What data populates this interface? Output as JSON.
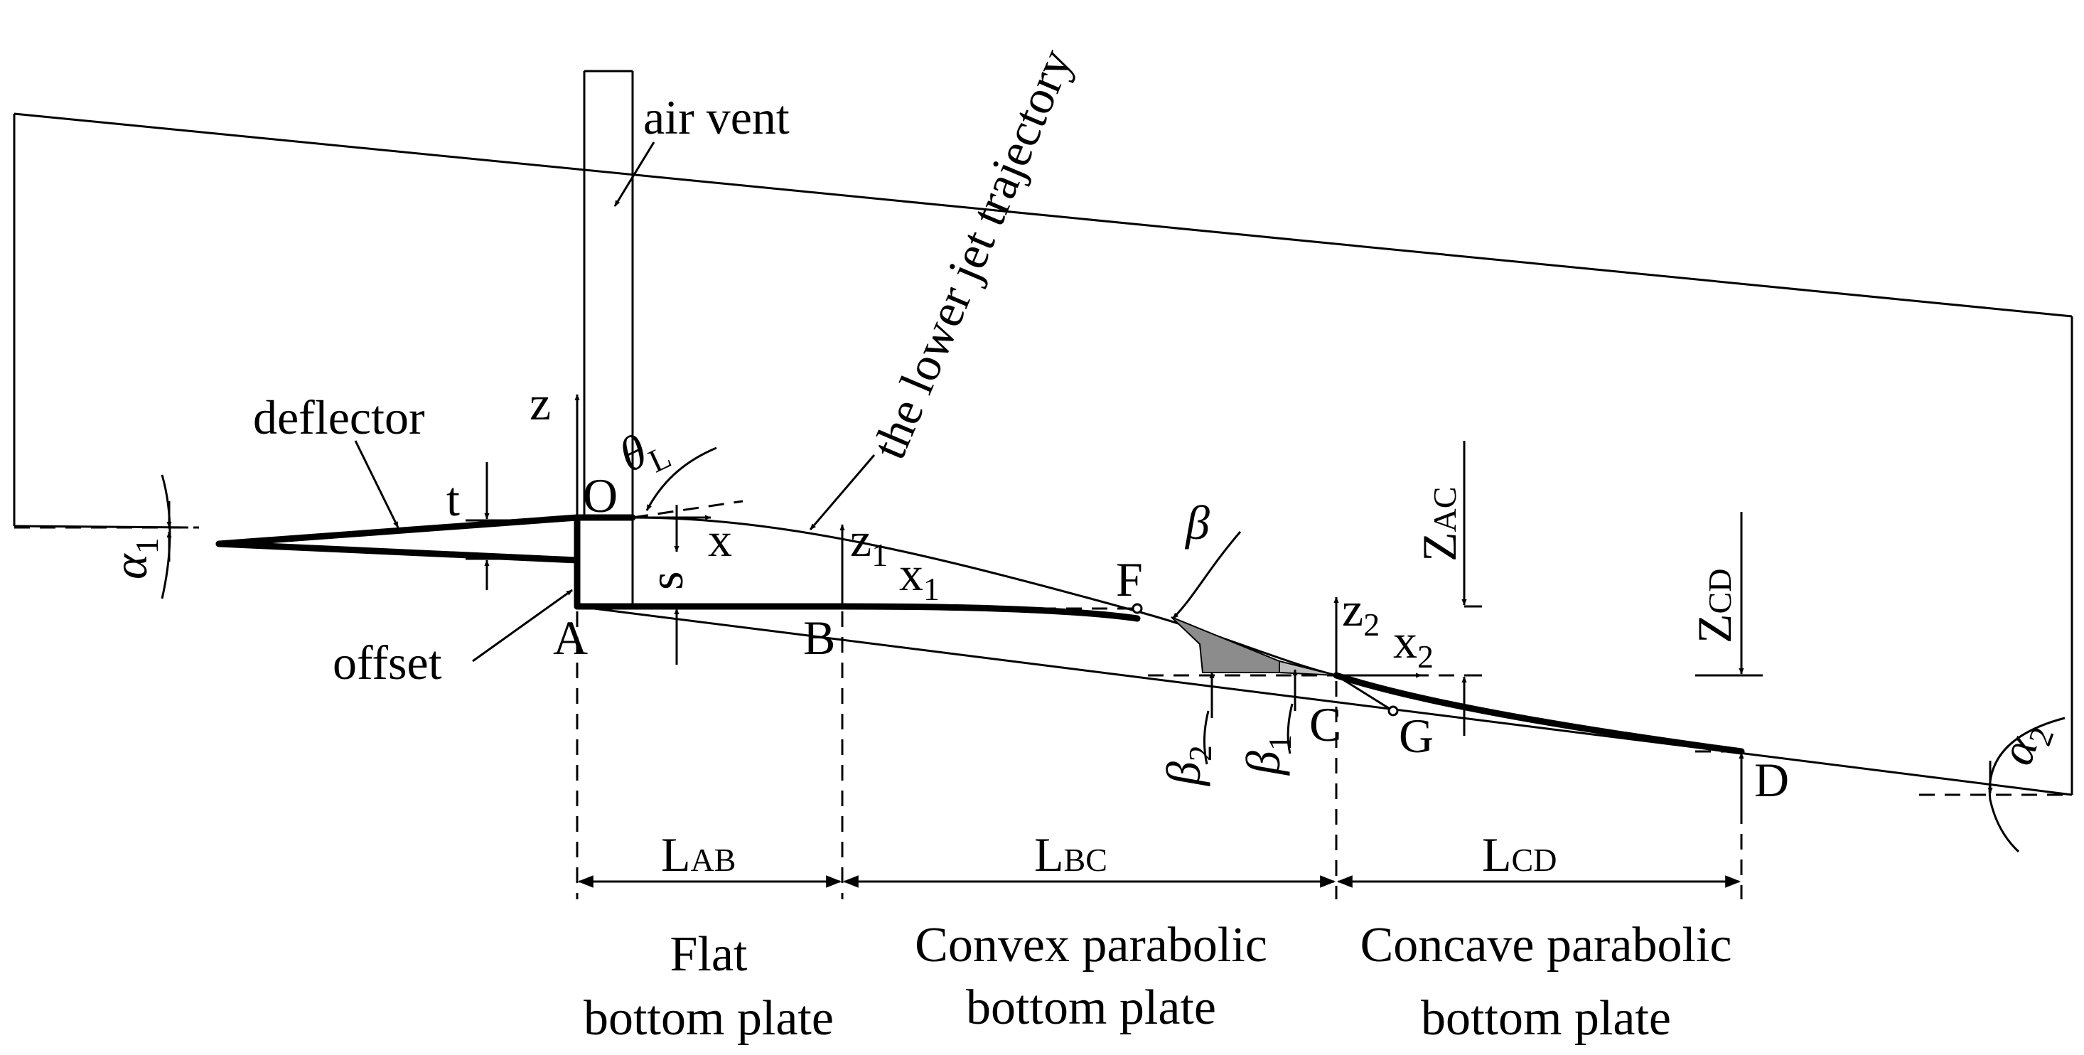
{
  "labels": {
    "air_vent": "air vent",
    "trajectory": "the lower jet trajectory",
    "deflector": "deflector",
    "offset": "offset",
    "t": "t",
    "s": "s",
    "z": "z",
    "x": "x",
    "O": "O",
    "A": "A",
    "B": "B",
    "C": "C",
    "D": "D",
    "F": "F",
    "G": "G",
    "theta_L": {
      "base": "θ",
      "sub": "L"
    },
    "beta": "β",
    "beta1": {
      "base": "β",
      "sub": "1"
    },
    "beta2": {
      "base": "β",
      "sub": "2"
    },
    "alpha1": {
      "base": "α",
      "sub": "1"
    },
    "alpha2": {
      "base": "α",
      "sub": "2"
    },
    "z1": {
      "base": "z",
      "sub": "1"
    },
    "x1": {
      "base": "x",
      "sub": "1"
    },
    "z2": {
      "base": "z",
      "sub": "2"
    },
    "x2": {
      "base": "x",
      "sub": "2"
    },
    "Z_AC": {
      "base": "Z",
      "sub": "AC"
    },
    "Z_CD": {
      "base": "Z",
      "sub": "CD"
    },
    "L_AB": {
      "base": "L",
      "sub": "AB"
    },
    "L_BC": {
      "base": "L",
      "sub": "BC"
    },
    "L_CD": {
      "base": "L",
      "sub": "CD"
    }
  },
  "captions": {
    "flat": [
      "Flat",
      "bottom plate"
    ],
    "convex": [
      "Convex parabolic",
      "bottom plate"
    ],
    "concave": [
      "Concave parabolic",
      "bottom plate"
    ]
  }
}
